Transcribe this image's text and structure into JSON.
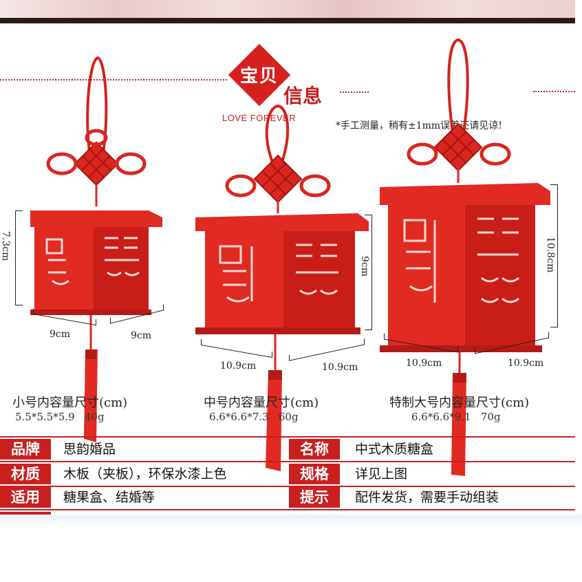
{
  "header": {
    "logo_badge": "宝贝",
    "logo_text": "信息",
    "logo_subtitle": "LOVE FOREVER",
    "measure_note": "*手工测量，稍有±1mm误差还请见谅!"
  },
  "sizes": [
    {
      "title": "小号内容量尺寸(cm)",
      "value": "5.5*5.5*5.9",
      "weight": "40g",
      "height_label": "7.3cm",
      "width_left": "9cm",
      "width_right": "9cm"
    },
    {
      "title": "中号内容量尺寸(cm)",
      "value": "6.6*6.6*7.3",
      "weight": "60g",
      "height_label": "9cm",
      "width_left": "10.9cm",
      "width_right": "10.9cm"
    },
    {
      "title": "特制大号内容量尺寸(cm)",
      "value": "6.6*6.6*9.1",
      "weight": "70g",
      "height_label": "10.8cm",
      "width_left": "10.9cm",
      "width_right": "10.9cm"
    }
  ],
  "specs": [
    {
      "label_a": "品牌",
      "value_a": "思韵婚品",
      "label_b": "名称",
      "value_b": "中式木质糖盒"
    },
    {
      "label_a": "材质",
      "value_a": "木板（夹板），环保水漆上色",
      "label_b": "规格",
      "value_b": "详见上图"
    },
    {
      "label_a": "适用",
      "value_a": "糖果盒、结婚等",
      "label_b": "提示",
      "value_b": "配件发货，需要手动组装"
    }
  ],
  "colors": {
    "brand_red": "#c9201f",
    "lantern_red": "#e02a22",
    "lantern_dark": "#b51a16"
  }
}
